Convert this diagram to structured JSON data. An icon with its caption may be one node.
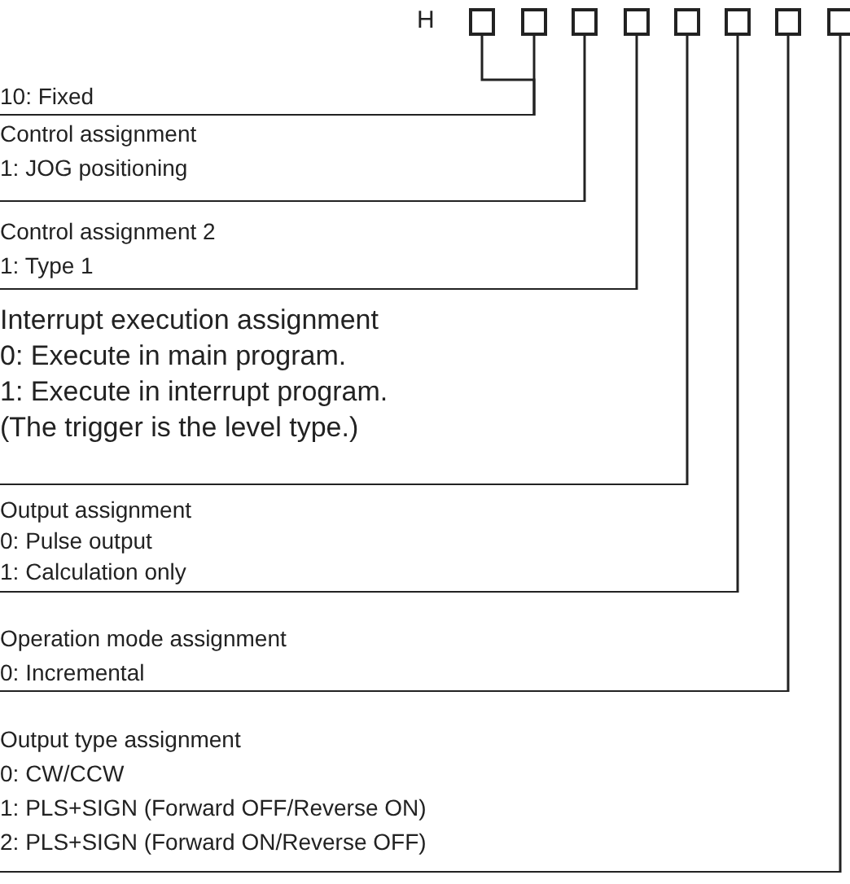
{
  "diagram": {
    "nodes": [
      {
        "text": [],
        "shape": "box"
      },
      {
        "text": [],
        "shape": "box"
      },
      {
        "text": [],
        "shape": "box"
      },
      {
        "text": [],
        "shape": "box"
      },
      {
        "text": [],
        "shape": "box"
      },
      {
        "text": [],
        "shape": "box"
      },
      {
        "text": [],
        "shape": "box"
      },
      {
        "text": [],
        "shape": "box"
      },
      {
        "text": [
          "10: Fixed"
        ]
      },
      {
        "text": [
          "Control assignment",
          "1: JOG positioning"
        ]
      },
      {
        "text": [
          "Control assignment 2",
          "1: Type 1"
        ]
      },
      {
        "text": [
          "Interrupt execution assignment",
          "0: Execute in main program.",
          "1: Execute in interrupt program.",
          "(The trigger is the level type.)"
        ]
      },
      {
        "text": [
          "Output assignment",
          "0: Pulse output",
          "1: Calculation only"
        ]
      },
      {
        "text": [
          "Operation mode assignment",
          "0: Incremental"
        ]
      },
      {
        "text": [
          "Output type assignment",
          "0: CW/CCW",
          "1: PLS+SIGN (Forward OFF/Reverse ON)",
          "2: PLS+SIGN (Forward ON/Reverse OFF)"
        ]
      }
    ],
    "edges": [
      {
        "from": 0,
        "to": 8,
        "arrow": "none"
      },
      {
        "from": 1,
        "to": 8,
        "arrow": "none"
      },
      {
        "from": 2,
        "to": 9,
        "arrow": "none"
      },
      {
        "from": 3,
        "to": 10,
        "arrow": "none"
      },
      {
        "from": 4,
        "to": 11,
        "arrow": "none"
      },
      {
        "from": 5,
        "to": 12,
        "arrow": "none"
      },
      {
        "from": 6,
        "to": 13,
        "arrow": "none"
      },
      {
        "from": 7,
        "to": 14,
        "arrow": "none"
      }
    ],
    "labels": [
      "H"
    ]
  }
}
